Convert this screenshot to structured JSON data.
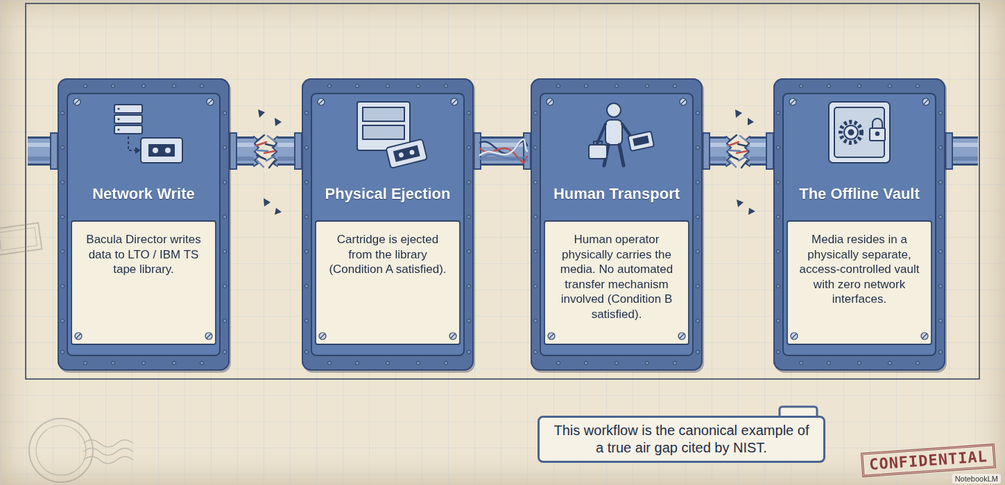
{
  "diagram": {
    "nodes": [
      {
        "text": [
          "Network Write",
          "Bacula Director writes data to LTO / IBM TS tape library."
        ]
      },
      {
        "text": [
          "Physical Ejection",
          "Cartridge is ejected from the library (Condition A satisfied)."
        ]
      },
      {
        "text": [
          "Human Transport",
          "Human operator physically carries the media. No automated transfer mechanism involved (Condition B satisfied)."
        ]
      },
      {
        "text": [
          "The Offline Vault",
          "Media resides in a physically separate, access-controlled vault with zero network interfaces."
        ]
      },
      {
        "text": [
          "This workflow is the canonical example of a true air gap cited by NIST."
        ]
      }
    ],
    "edges": [
      {
        "from": 0,
        "to": 1,
        "arrow": "none"
      },
      {
        "from": 1,
        "to": 2,
        "arrow": "none"
      },
      {
        "from": 2,
        "to": 3,
        "arrow": "none"
      }
    ],
    "labels": [
      "CONFIDENTIAL",
      "NotebookLM"
    ]
  }
}
